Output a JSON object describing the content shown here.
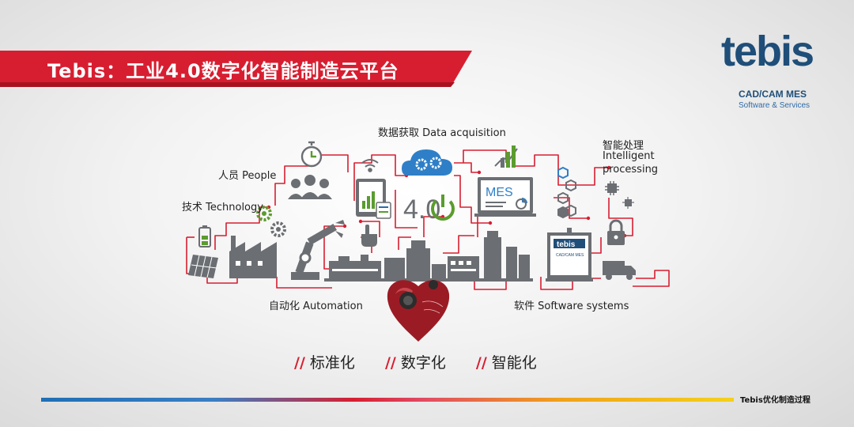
{
  "header": {
    "title": "Tebis：工业4.0数字化智能制造云平台",
    "accent_color": "#d71e30"
  },
  "logo": {
    "name": "tebis",
    "line1": "CAD/CAM  MES",
    "line2": "Software & Services",
    "color": "#1f4e79"
  },
  "diagram": {
    "labels": {
      "people": "人员 People",
      "technology": "技术 Technology",
      "data_acquisition": "数据获取 Data acquisition",
      "intelligent_cn": "智能处理",
      "intelligent_en1": "Intelligent",
      "intelligent_en2": "processing",
      "automation": "自动化  Automation",
      "software": "软件  Software systems"
    },
    "center_text": "4.0",
    "mes_text": "MES",
    "machine_logo": "tebis",
    "machine_sub": "CAD/CAM  MES",
    "line_color": "#d71e30",
    "icon_color": "#6b6e72"
  },
  "slogans": [
    {
      "mark": "//",
      "text": "标准化"
    },
    {
      "mark": "//",
      "text": "数字化"
    },
    {
      "mark": "//",
      "text": "智能化"
    }
  ],
  "footer": {
    "text": "Tebis优化制造过程"
  }
}
